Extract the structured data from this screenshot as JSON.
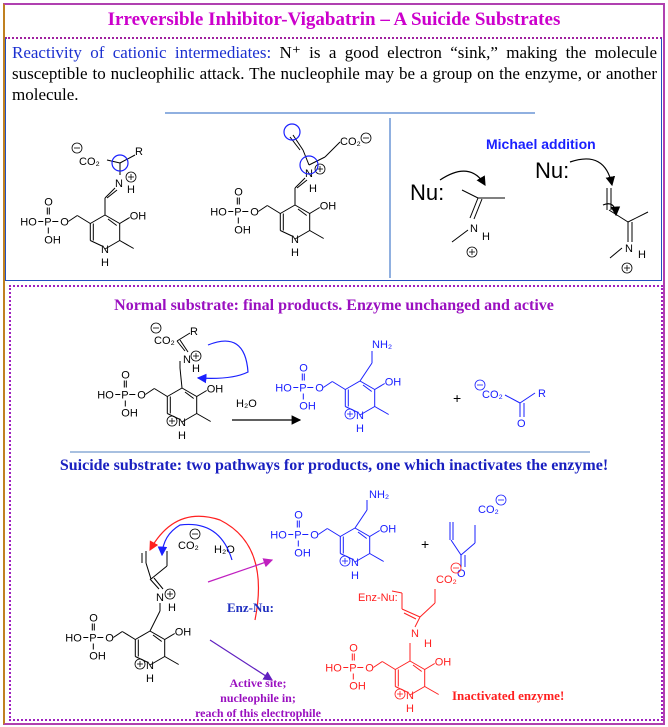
{
  "title": "Irreversible Inhibitor-Vigabatrin – A Suicide Substrates",
  "intro": {
    "lead": "Reactivity of cationic intermediates:",
    "body": "  N⁺ is a good electron “sink,” making the molecule susceptible to nucleophilic attack.  The nucleophile may be a group on the enzyme, or another molecule."
  },
  "michael": {
    "title": "Michael addition",
    "nu": "Nu:"
  },
  "normal_heading": "Normal substrate:  final products.  Enzyme unchanged and active",
  "suicide_heading": "Suicide substrate:  two pathways for products, one which inactivates the enzyme!",
  "labels": {
    "h2o": "H₂O",
    "plus": "+",
    "enz_nu": "Enz-Nu:",
    "enz_nu_small": "Enz-Nu:",
    "active_site": [
      "Active site;",
      "nucleophile in;",
      "reach of this electrophile"
    ],
    "inactivated": "Inactivated enzyme!",
    "co2": "CO₂",
    "r": "R",
    "nh2": "NH₂",
    "o": "O",
    "oh": "OH",
    "ho": "HO",
    "p": "P",
    "n": "N",
    "h": "H"
  },
  "colors": {
    "title": "#cc00cc",
    "blue": "#1a20ff",
    "red": "#ff2020",
    "purple": "#9a10c0",
    "magenta": "#c020c0"
  }
}
